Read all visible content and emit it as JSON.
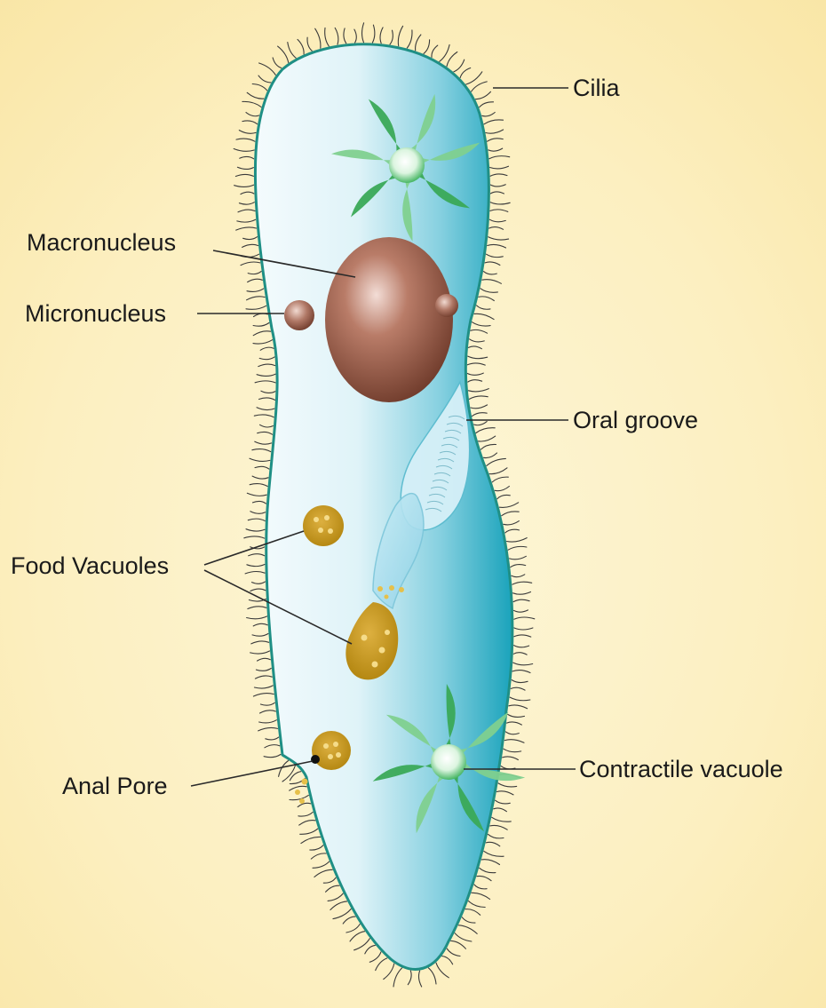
{
  "diagram": {
    "labels": {
      "cilia": "Cilia",
      "macronucleus": "Macronucleus",
      "micronucleus": "Micronucleus",
      "oral_groove": "Oral groove",
      "food_vacuoles": "Food Vacuoles",
      "anal_pore": "Anal Pore",
      "contractile_vacuole": "Contractile vacuole"
    },
    "colors": {
      "background": "#fcefbf",
      "cell_outline": "#1f8f85",
      "cell_fill_light": "#f2fbfd",
      "cell_fill_dark": "#1aa5bd",
      "macronucleus": "#9a5c48",
      "food_vacuole": "#c99a1e",
      "contractile_vacuole": "#3fb55a"
    }
  }
}
